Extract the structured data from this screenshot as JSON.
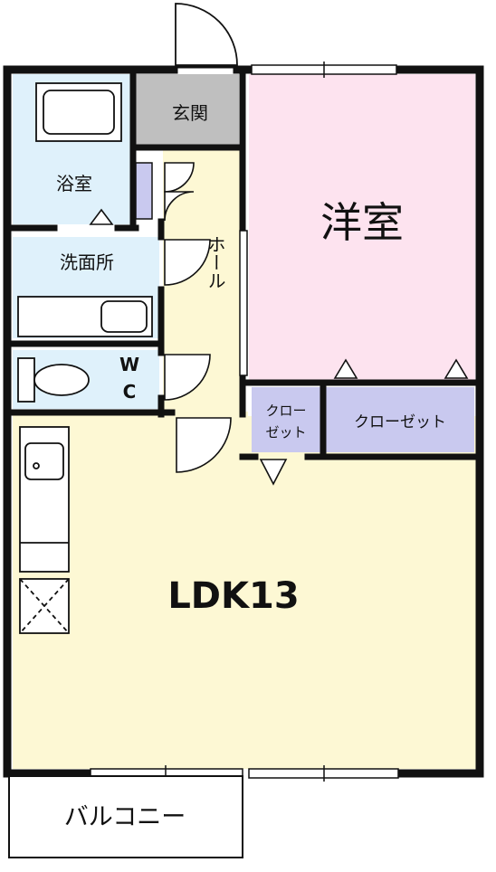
{
  "rooms": {
    "western": "洋室",
    "ldk": "LDK13",
    "bath": "浴室",
    "washroom": "洗面所",
    "entrance": "玄関",
    "hall": "ホール",
    "wc_w": "W",
    "wc_c": "C",
    "closet_small_line1": "クロー",
    "closet_small_line2": "ゼット",
    "closet_large": "クローゼット",
    "balcony": "バルコニー"
  },
  "colors": {
    "western": "#fde3ef",
    "ldk": "#fdf8d4",
    "wet": "#dff1fb",
    "hall": "#fdf8d4",
    "closet": "#c9c9ef",
    "entrance": "#bfbfbf",
    "wall": "#111111"
  }
}
